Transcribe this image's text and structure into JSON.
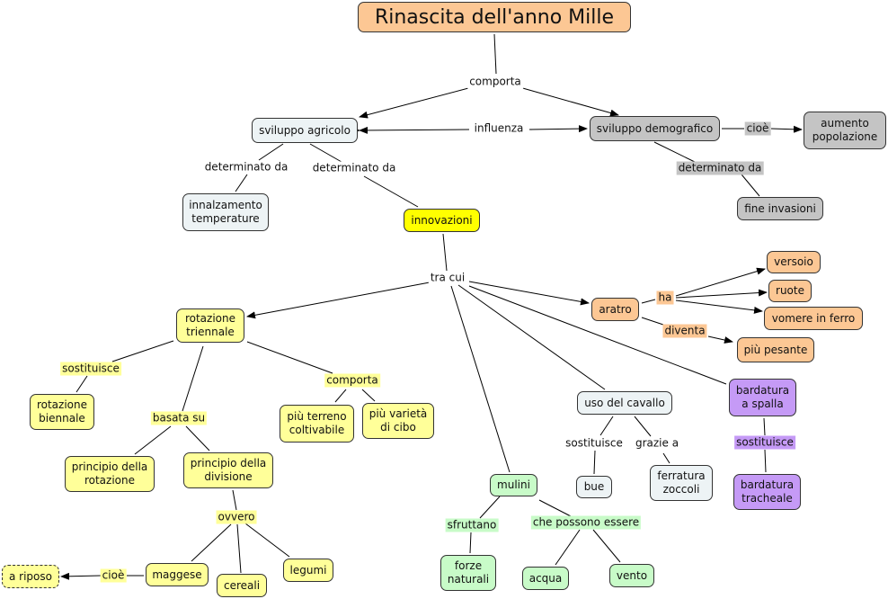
{
  "title": "Rinascita dell'anno Mille",
  "colors": {
    "orange": "#fcc794",
    "yellow": "#ffff99",
    "highlight": "#ffff00",
    "green": "#c8fbc8",
    "purple": "#c59af6",
    "light": "#edf3f5",
    "gray": "#c4c4c4"
  },
  "nodes": {
    "sviluppo_agricolo": "sviluppo agricolo",
    "sviluppo_demografico": "sviluppo demografico",
    "aumento_popolazione": "aumento\npopolazione",
    "fine_invasioni": "fine invasioni",
    "innalzamento": "innalzamento\ntemperature",
    "innovazioni": "innovazioni",
    "rotazione_triennale": "rotazione\ntriennale",
    "rotazione_biennale": "rotazione\nbiennale",
    "principio_rotazione": "principio della\nrotazione",
    "principio_divisione": "principio della\ndivisione",
    "piu_terreno": "più terreno\ncoltivabile",
    "piu_varieta": "più varietà\ndi cibo",
    "maggese": "maggese",
    "cereali": "cereali",
    "legumi": "legumi",
    "a_riposo": "a riposo",
    "mulini": "mulini",
    "forze_naturali": "forze\nnaturali",
    "acqua": "acqua",
    "vento": "vento",
    "uso_cavallo": "uso del cavallo",
    "bue": "bue",
    "ferratura": "ferratura\nzoccoli",
    "bardatura_spalla": "bardatura\na spalla",
    "bardatura_tracheale": "bardatura\ntracheale",
    "aratro": "aratro",
    "versoio": "versoio",
    "ruote": "ruote",
    "vomere": "vomere in ferro",
    "piu_pesante": "più pesante"
  },
  "links": {
    "comporta": "comporta",
    "influenza": "influenza",
    "cioe_demo": "cioè",
    "determinato_demo": "determinato da",
    "determinato_1": "determinato da",
    "determinato_2": "determinato da",
    "tra_cui": "tra cui",
    "sostituisce_rot": "sostituisce",
    "basata_su": "basata su",
    "comporta_rot": "comporta",
    "ovvero": "ovvero",
    "cioe_maggese": "cioè",
    "sfruttano": "sfruttano",
    "che_possono": "che possono essere",
    "sostituisce_cav": "sostituisce",
    "grazie_a": "grazie a",
    "sostituisce_bard": "sostituisce",
    "ha": "ha",
    "diventa": "diventa"
  }
}
